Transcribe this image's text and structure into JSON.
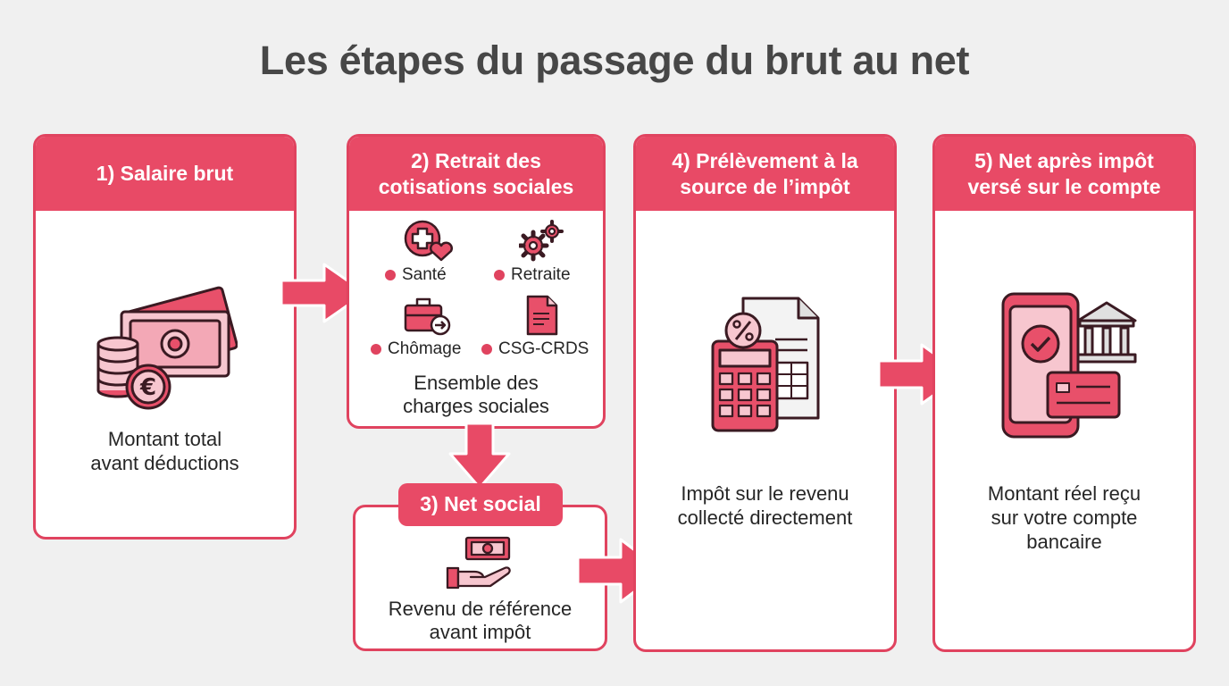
{
  "title": "Les étapes du passage du brut au net",
  "colors": {
    "accent": "#e84a66",
    "border": "#e0435f",
    "background": "#f0f0f0",
    "icon_fill": "#f7c6cf",
    "icon_stroke": "#3a1a22"
  },
  "steps": {
    "step1": {
      "header": "1) Salaire brut",
      "icon": "money-coins-euro-icon",
      "text_line1": "Montant total",
      "text_line2": "avant déductions"
    },
    "step2": {
      "header_line1": "2) Retrait des",
      "header_line2": "cotisations sociales",
      "items": [
        {
          "label": "Santé",
          "icon": "health-cross-heart-icon"
        },
        {
          "label": "Retraite",
          "icon": "gears-icon"
        },
        {
          "label": "Chômage",
          "icon": "briefcase-arrow-icon"
        },
        {
          "label": "CSG-CRDS",
          "icon": "document-icon"
        }
      ],
      "text_line1": "Ensemble des",
      "text_line2": "charges sociales"
    },
    "step3": {
      "header": "3) Net social",
      "icon": "hand-banknote-icon",
      "text_line1": "Revenu de référence",
      "text_line2": "avant impôt"
    },
    "step4": {
      "header_line1": "4) Prélèvement à la",
      "header_line2": "source de l’impôt",
      "icon": "calculator-percent-document-icon",
      "text_line1": "Impôt sur le revenu",
      "text_line2": "collecté directement"
    },
    "step5": {
      "header_line1": "5) Net après impôt",
      "header_line2": "versé sur le compte",
      "icon": "phone-bank-card-icon",
      "text_line1": "Montant réel reçu",
      "text_line2": "sur votre compte",
      "text_line3": "bancaire"
    }
  }
}
